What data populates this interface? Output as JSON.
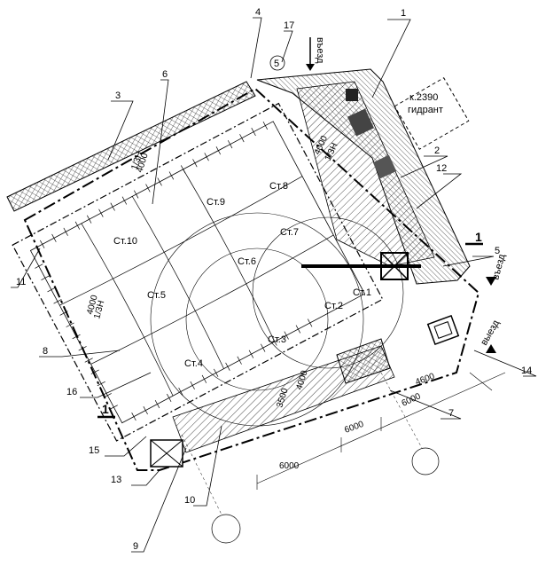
{
  "callouts": [
    "1",
    "2",
    "3",
    "4",
    "5",
    "5",
    "6",
    "7",
    "8",
    "9",
    "10",
    "11",
    "12",
    "13",
    "14",
    "15",
    "16",
    "17"
  ],
  "stations": [
    "Ст.1",
    "Ст.2",
    "Ст.3",
    "Ст.4",
    "Ст.5",
    "Ст.6",
    "Ст.7",
    "Ст.8",
    "Ст.9",
    "Ст.10"
  ],
  "hydrant": {
    "line1": "к.2390",
    "line2": "гидрант"
  },
  "entry": "въезд",
  "exit": "выезд",
  "exit_top": "въезд",
  "section_mark": "1",
  "dimensions": {
    "d6000_a": "6000",
    "d6000_b": "6000",
    "d6000_c": "6000",
    "d4600": "4600",
    "d3500": "3500",
    "d4000_left": "4000",
    "d4000_left_sub": "1/3Н",
    "d4000_top": "4000",
    "d4000_top_sub": "1/3Н",
    "d4000_top2": "4000",
    "d4000_top2_sub": "1/3Н",
    "d4000_bottom": "4000"
  },
  "colors": {
    "line": "#000000",
    "hatch": "#000000",
    "background": "#ffffff"
  }
}
